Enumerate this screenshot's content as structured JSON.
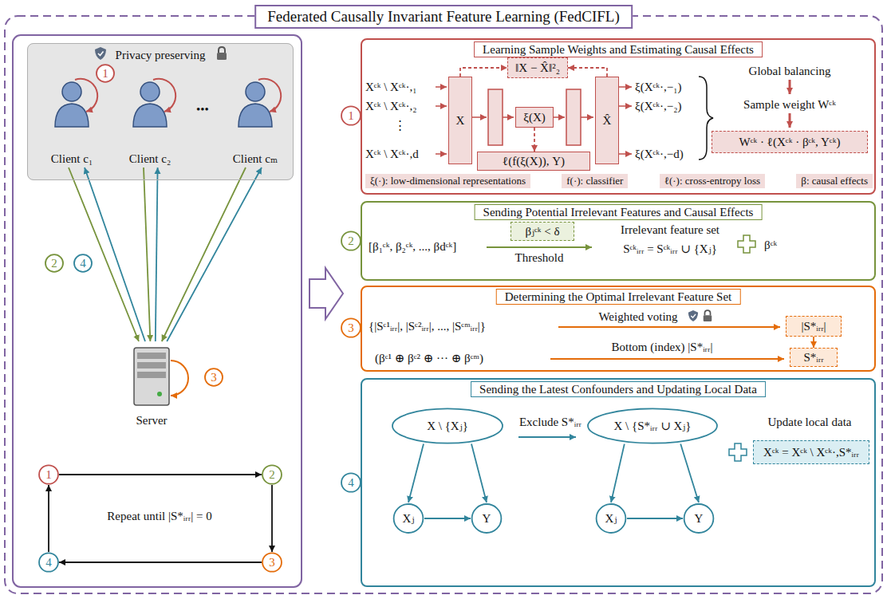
{
  "diagram": {
    "title": "Federated Causally Invariant Feature Learning (FedCIFL)",
    "nodes": [
      {
        "text": [
          "Privacy preserving"
        ]
      },
      {
        "text": [
          "Client c₁"
        ],
        "in": 0
      },
      {
        "text": [
          "Client c₂"
        ],
        "in": 0
      },
      {
        "text": [
          "Client cₘ"
        ],
        "in": 0
      },
      {
        "text": [
          "1"
        ],
        "in": 0
      },
      {
        "text": [
          "Server"
        ]
      },
      {
        "text": [
          "3"
        ]
      },
      {
        "text": [
          "2"
        ]
      },
      {
        "text": [
          "4"
        ]
      },
      {
        "text": [
          "1"
        ]
      },
      {
        "text": [
          "2"
        ]
      },
      {
        "text": [
          "3"
        ]
      },
      {
        "text": [
          "4"
        ]
      },
      {
        "text": [
          "1"
        ]
      },
      {
        "text": [
          "Learning Sample Weights and Estimating Causal Effects"
        ]
      },
      {
        "text": [
          "X"
        ],
        "in": 14
      },
      {
        "text": [
          "ξ(X)"
        ],
        "in": 14
      },
      {
        "text": [
          "X̂"
        ],
        "in": 14
      },
      {
        "text": [
          "‖X − X̂‖²₂"
        ],
        "in": 14
      },
      {
        "text": [
          "ℓ(f(ξ(X)), Y)"
        ],
        "in": 14
      },
      {
        "text": [
          "Wᶜᵏ · ℓ(Xᶜᵏ · βᶜᵏ, Yᶜᵏ)"
        ],
        "in": 14
      },
      {
        "text": [
          "2"
        ]
      },
      {
        "text": [
          "Sending Potential Irrelevant Features and Causal Effects"
        ]
      },
      {
        "text": [
          "βⱼᶜᵏ < δ"
        ],
        "in": 22
      },
      {
        "text": [
          "3"
        ]
      },
      {
        "text": [
          "Determining the Optimal Irrelevant Feature Set"
        ]
      },
      {
        "text": [
          "|S*ᵢᵣᵣ|"
        ],
        "in": 25
      },
      {
        "text": [
          "S*ᵢᵣᵣ"
        ],
        "in": 25
      },
      {
        "text": [
          "4"
        ]
      },
      {
        "text": [
          "Sending the Latest Confounders and Updating Local Data"
        ]
      },
      {
        "text": [
          "X \\ {Xⱼ}"
        ],
        "in": 29
      },
      {
        "text": [
          "Xⱼ"
        ],
        "in": 29
      },
      {
        "text": [
          "Y"
        ],
        "in": 29
      },
      {
        "text": [
          "X \\ {S*ᵢᵣᵣ ∪ Xⱼ}"
        ],
        "in": 29
      },
      {
        "text": [
          "Xⱼ"
        ],
        "in": 29
      },
      {
        "text": [
          "Y"
        ],
        "in": 29
      },
      {
        "text": [
          "Xᶜᵏ = Xᶜᵏ \\ Xᶜᵏ·,S*ᵢᵣᵣ"
        ],
        "in": 29
      }
    ],
    "edges": [
      {
        "from": 1,
        "to": 5,
        "arrow": "to"
      },
      {
        "from": 5,
        "to": 1,
        "arrow": "to"
      },
      {
        "from": 2,
        "to": 5,
        "arrow": "to"
      },
      {
        "from": 5,
        "to": 2,
        "arrow": "to"
      },
      {
        "from": 3,
        "to": 5,
        "arrow": "to"
      },
      {
        "from": 5,
        "to": 3,
        "arrow": "to"
      },
      {
        "from": 9,
        "to": 10,
        "arrow": "to"
      },
      {
        "from": 10,
        "to": 11,
        "arrow": "to"
      },
      {
        "from": 11,
        "to": 12,
        "arrow": "to"
      },
      {
        "from": 12,
        "to": 9,
        "arrow": "to"
      },
      {
        "from": 16,
        "to": 19,
        "arrow": "to"
      },
      {
        "from": 15,
        "to": 18,
        "arrow": "to"
      },
      {
        "from": 17,
        "to": 18,
        "arrow": "to"
      },
      {
        "from": 26,
        "to": 27,
        "arrow": "to"
      },
      {
        "from": 30,
        "to": 31,
        "arrow": "to"
      },
      {
        "from": 30,
        "to": 32,
        "arrow": "to"
      },
      {
        "from": 31,
        "to": 32,
        "arrow": "to"
      },
      {
        "from": 33,
        "to": 34,
        "arrow": "to"
      },
      {
        "from": 33,
        "to": 35,
        "arrow": "to"
      },
      {
        "from": 34,
        "to": 35,
        "arrow": "to"
      }
    ],
    "labels": [
      "•••",
      "Repeat until |S*ᵢᵣᵣ| = 0",
      "Xᶜᵏ \\ Xᶜᵏ·,₁",
      "Xᶜᵏ \\ Xᶜᵏ·,₂",
      "⋮",
      "Xᶜᵏ \\ Xᶜᵏ·,d",
      "ξ(Xᶜᵏ·,−₁)",
      "ξ(Xᶜᵏ·,−₂)",
      "ξ(Xᶜᵏ·,−d)",
      "Global balancing",
      "Sample weight Wᶜᵏ",
      "ξ(·): low-dimensional representations",
      "f(·): classifier",
      "ℓ(·): cross-entropy loss",
      "β: causal effects",
      "[β₁ᶜᵏ, β₂ᶜᵏ, ..., βdᶜᵏ]",
      "Threshold",
      "Irrelevant feature set",
      "Sᶜᵏᵢᵣᵣ = Sᶜᵏᵢᵣᵣ ∪ {Xⱼ}",
      "βᶜᵏ",
      "{|Sᶜ¹ᵢᵣᵣ|, |Sᶜ²ᵢᵣᵣ|, ..., |Sᶜᵐᵢᵣᵣ|}",
      "Weighted voting",
      "(βᶜ¹ ⊕ βᶜ² ⊕ ··· ⊕ βᶜᵐ)",
      "Bottom (index) |S*ᵢᵣᵣ|",
      "Exclude S*ᵢᵣᵣ",
      "Update local data"
    ]
  }
}
